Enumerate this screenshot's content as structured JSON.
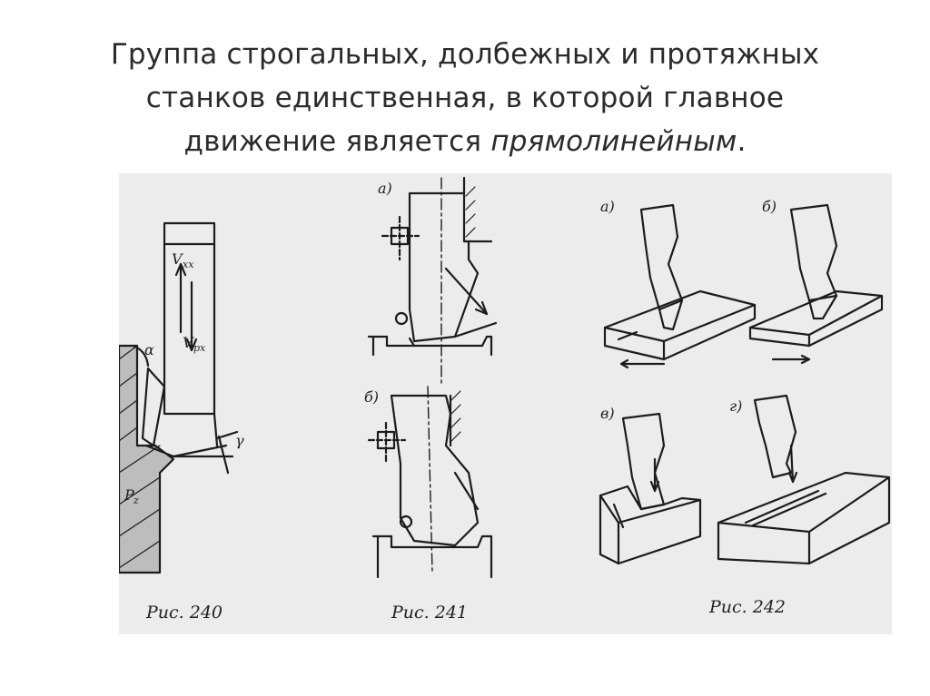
{
  "slide": {
    "title_line1": "Группа строгальных, долбежных и протяжных",
    "title_line2": "станков единственная, в которой главное",
    "title_line3_start": "движение является ",
    "title_emphasis": "прямолинейным",
    "title_end": "."
  },
  "figure": {
    "captions": [
      "Рис. 240",
      "Рис. 241",
      "Рис. 242"
    ],
    "fig240_labels": {
      "v_idle": "V",
      "v_idle_sub": "xx",
      "v_work": "V",
      "v_work_sub": "px",
      "alpha": "α",
      "gamma": "γ",
      "p": "P",
      "p_sub": "z"
    },
    "fig241_labels": [
      "а)",
      "б)"
    ],
    "fig242_labels": [
      "а)",
      "б)",
      "в)",
      "г)"
    ]
  }
}
